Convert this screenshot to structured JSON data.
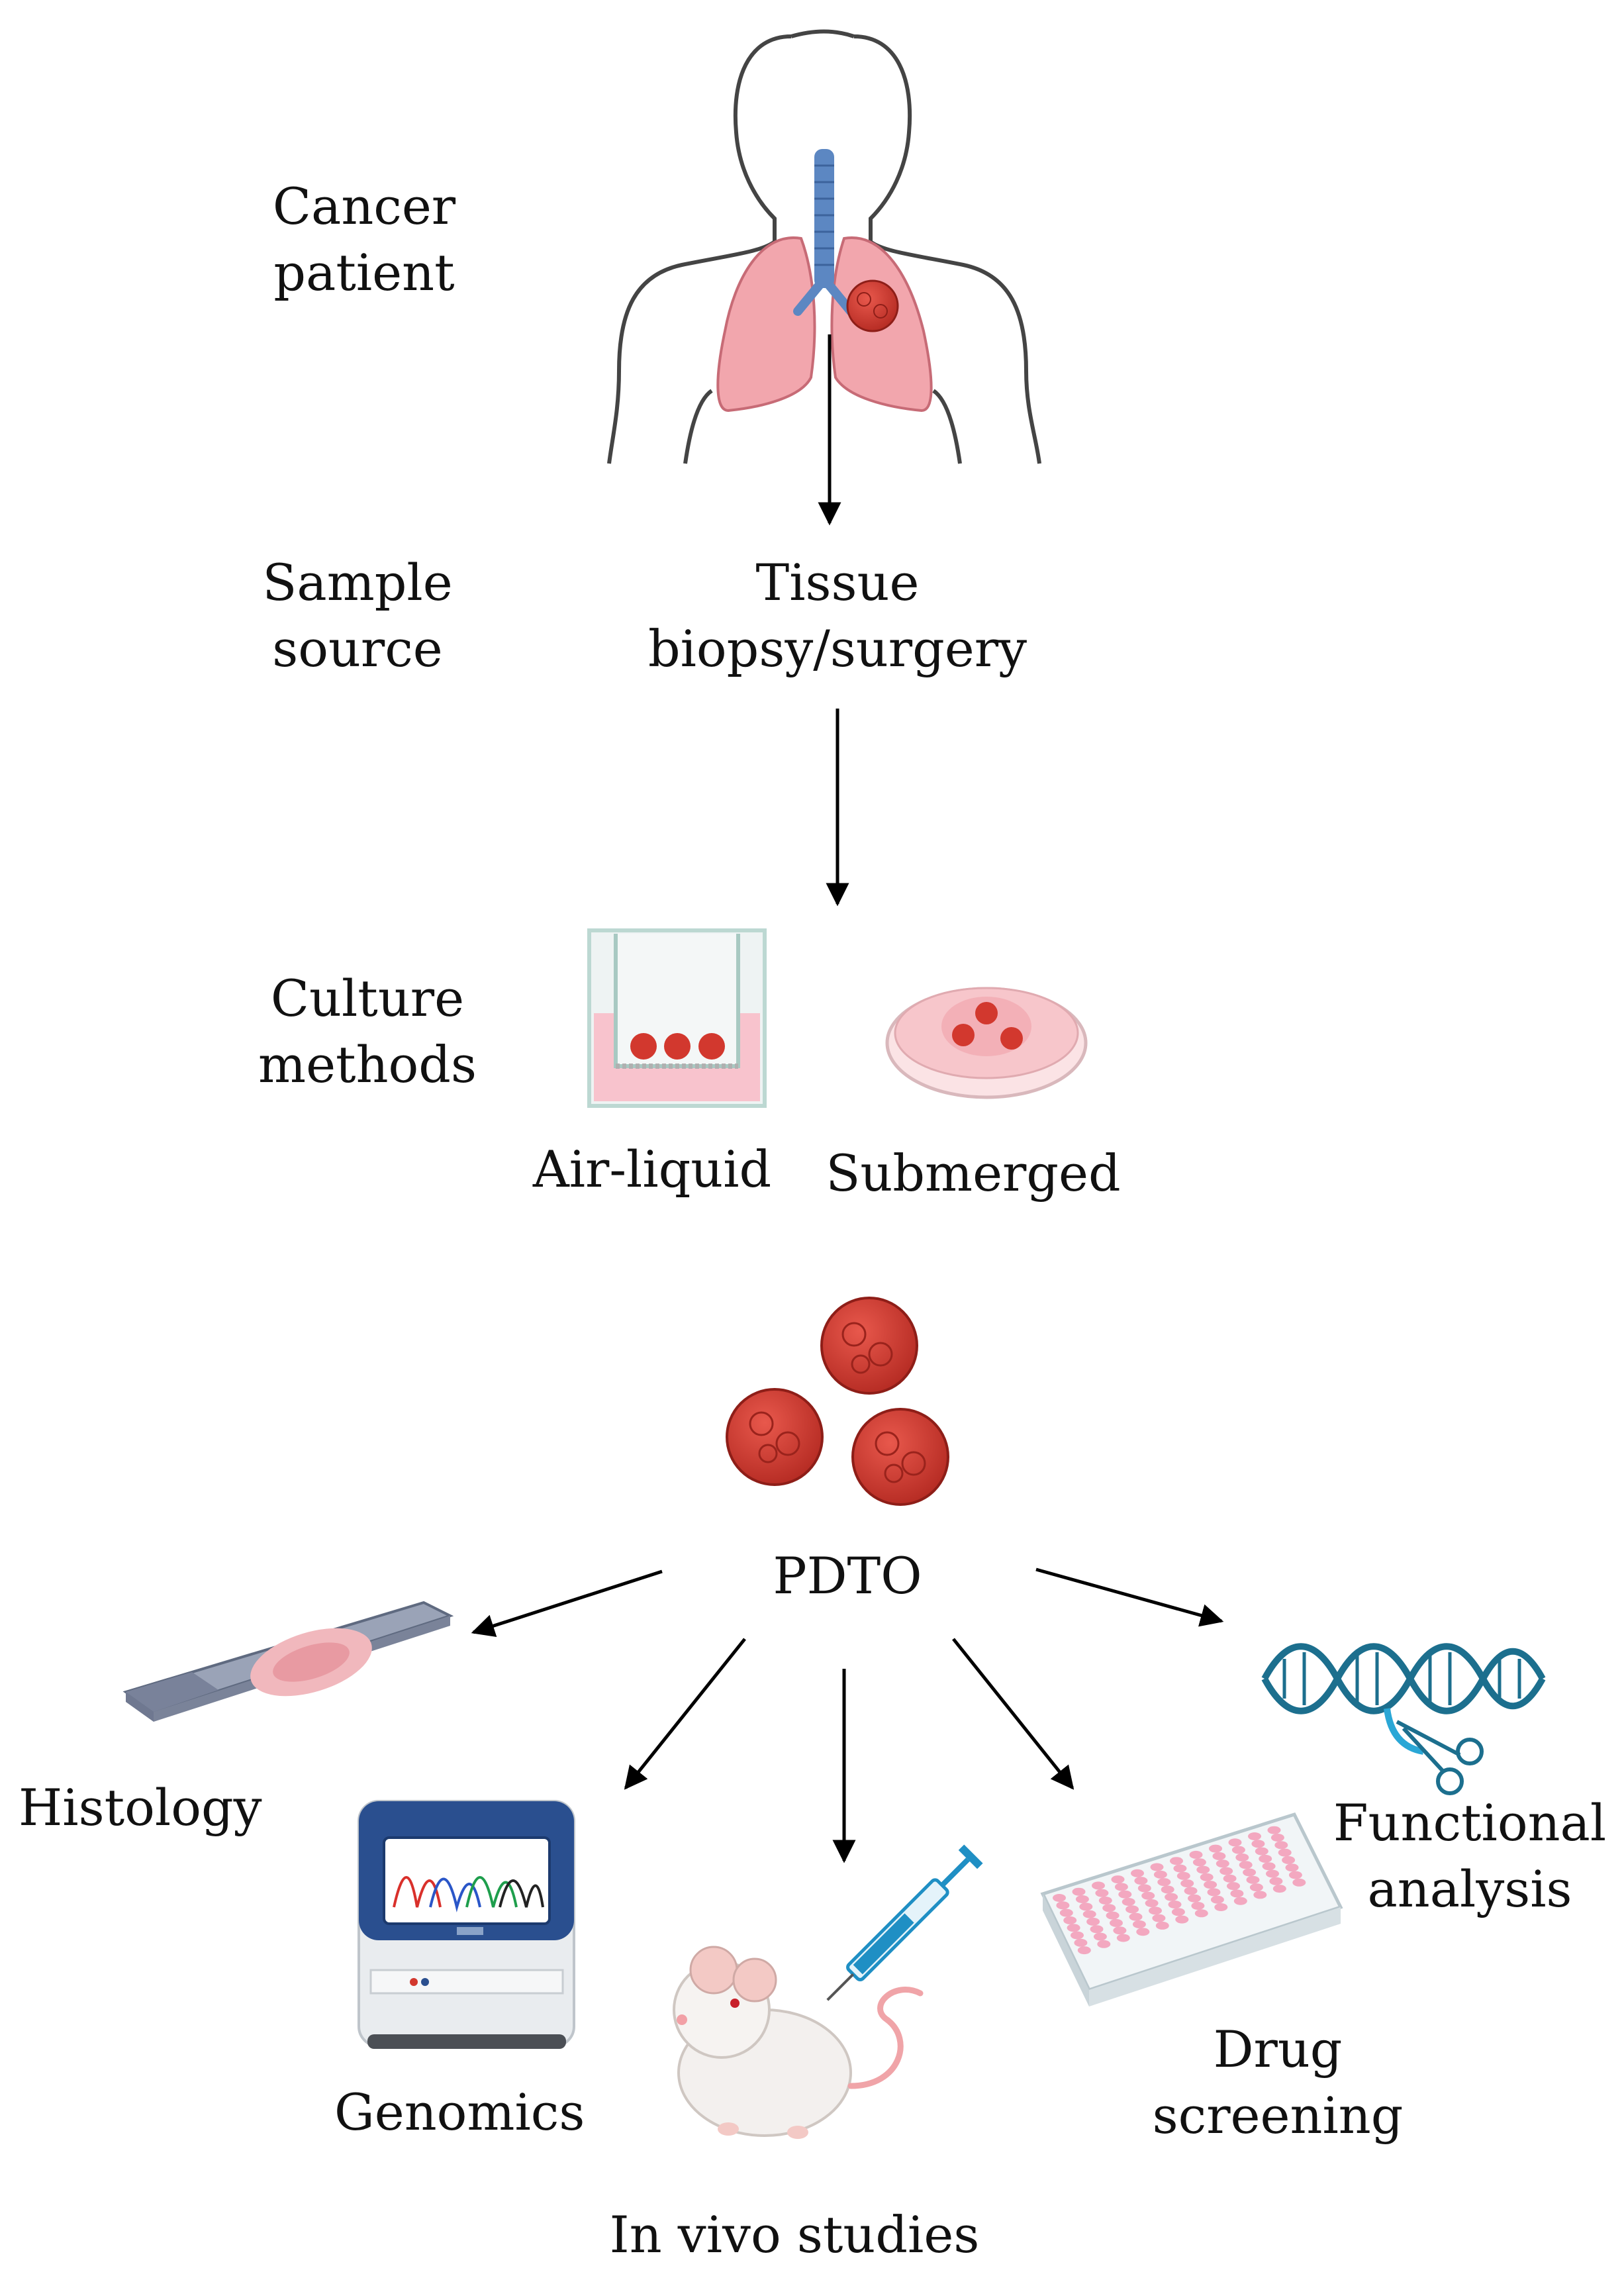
{
  "rows": {
    "patient": {
      "line1": "Cancer",
      "line2": "patient"
    },
    "sample": {
      "line1": "Sample",
      "line2": "source"
    },
    "culture": {
      "line1": "Culture",
      "line2": "methods"
    }
  },
  "nodes": {
    "tissue": {
      "line1": "Tissue",
      "line2": "biopsy/surgery"
    },
    "air_liquid": "Air-liquid",
    "submerged": "Submerged",
    "pdto": "PDTO"
  },
  "applications": {
    "histology": "Histology",
    "genomics": "Genomics",
    "in_vivo": "In vivo studies",
    "drug": {
      "line1": "Drug",
      "line2": "screening"
    },
    "functional": {
      "line1": "Functional",
      "line2": "analysis"
    }
  },
  "colors": {
    "lung": "#f2a6ad",
    "tumor": "#d2382e",
    "trachea": "#5c87c2",
    "medium": "#f8c3cd",
    "device_blue": "#2a4f8f",
    "dna": "#1c6f8e",
    "syringe": "#1f8fc4",
    "arrow": "#000000"
  }
}
